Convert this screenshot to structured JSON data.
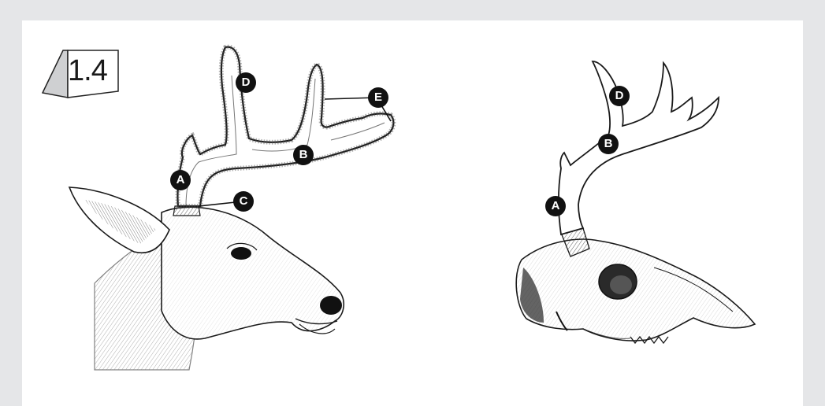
{
  "figure": {
    "number": "1.4"
  },
  "labels": {
    "left": {
      "a": "A",
      "b": "B",
      "c": "C",
      "d": "D",
      "e": "E"
    },
    "right": {
      "a": "A",
      "b": "B",
      "d": "D"
    }
  },
  "colors": {
    "ink": "#1a1a1a",
    "label_fill": "#111111",
    "label_text": "#ffffff",
    "page_border": "#e5e6e8"
  }
}
